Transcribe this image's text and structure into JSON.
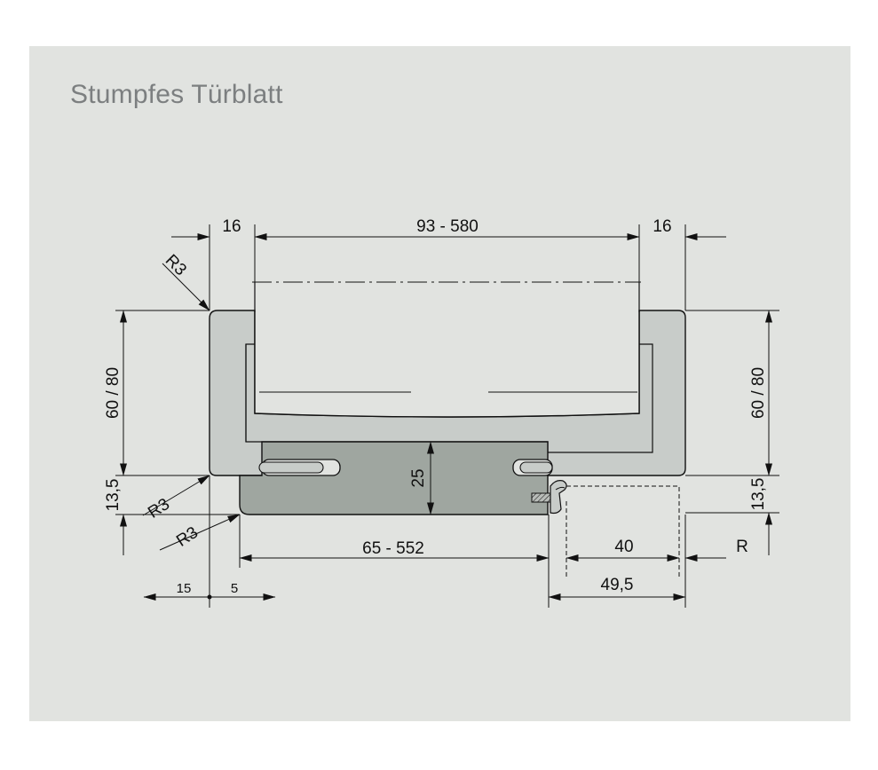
{
  "title": "Stumpfes Türblatt",
  "colors": {
    "background": "#e1e3e0",
    "frame_light": "#c8ccc9",
    "door_leaf": "#9fa6a0",
    "line": "#111111",
    "title_text": "#7c7f80"
  },
  "dimensions": {
    "top_left": "16",
    "top_center": "93 - 580",
    "top_right": "16",
    "radius_top": "R3",
    "radius_mid": "R3",
    "radius_bottom": "R3",
    "left_height": "60 / 80",
    "right_height": "60 / 80",
    "left_step": "13,5",
    "right_step": "13,5",
    "leaf_thickness": "25",
    "bottom_width": "65 - 552",
    "gap_40": "40",
    "r_label": "R",
    "gap_49_5": "49,5",
    "left_15": "15",
    "left_5": "5"
  }
}
